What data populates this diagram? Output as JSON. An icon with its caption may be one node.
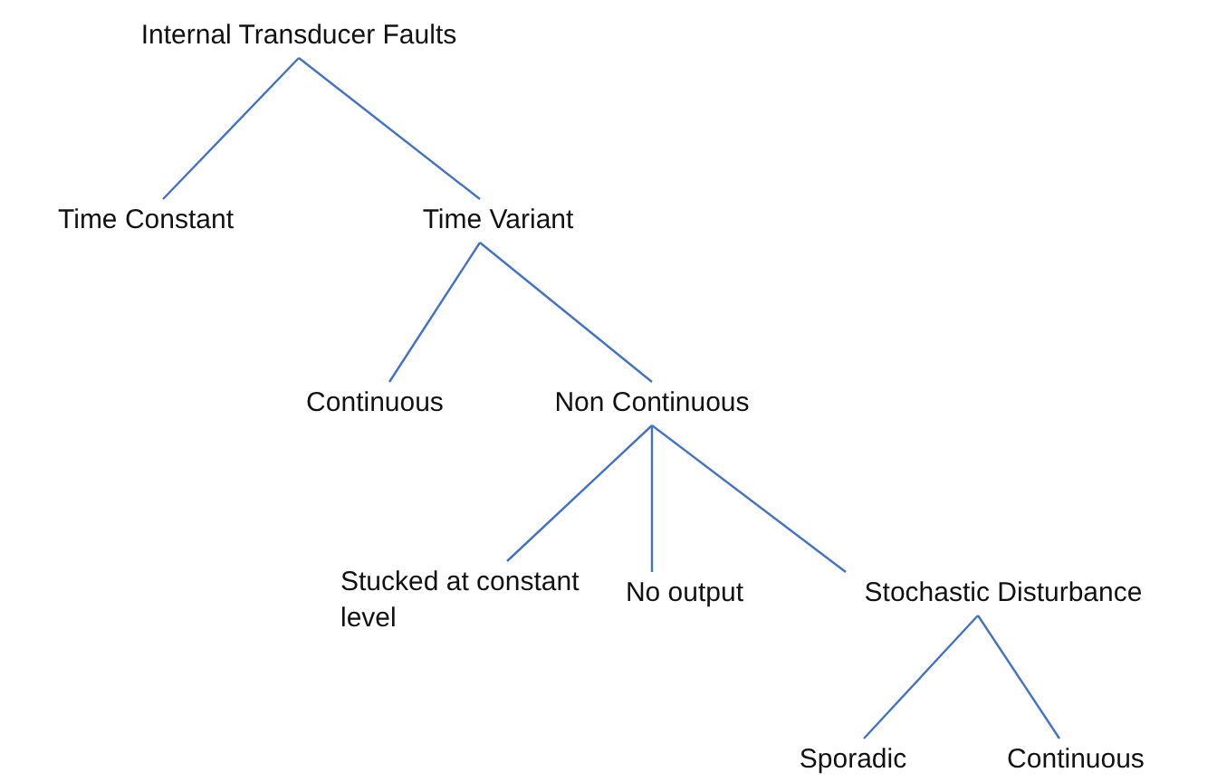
{
  "diagram": {
    "nodes": [
      {
        "text": [
          "Internal Transducer Faults"
        ]
      },
      {
        "text": [
          "Time Constant"
        ]
      },
      {
        "text": [
          "Time Variant"
        ]
      },
      {
        "text": [
          "Continuous"
        ]
      },
      {
        "text": [
          "Non Continuous"
        ]
      },
      {
        "text": [
          "Stucked at constant level"
        ]
      },
      {
        "text": [
          "No output"
        ]
      },
      {
        "text": [
          "Stochastic Disturbance"
        ]
      },
      {
        "text": [
          "Sporadic"
        ]
      },
      {
        "text": [
          "Continuous"
        ]
      }
    ],
    "edges": [
      {
        "from": 0,
        "to": 1,
        "arrow": "none"
      },
      {
        "from": 0,
        "to": 2,
        "arrow": "none"
      },
      {
        "from": 2,
        "to": 3,
        "arrow": "none"
      },
      {
        "from": 2,
        "to": 4,
        "arrow": "none"
      },
      {
        "from": 4,
        "to": 5,
        "arrow": "none"
      },
      {
        "from": 4,
        "to": 6,
        "arrow": "none"
      },
      {
        "from": 4,
        "to": 7,
        "arrow": "none"
      },
      {
        "from": 7,
        "to": 8,
        "arrow": "none"
      },
      {
        "from": 7,
        "to": 9,
        "arrow": "none"
      }
    ]
  }
}
